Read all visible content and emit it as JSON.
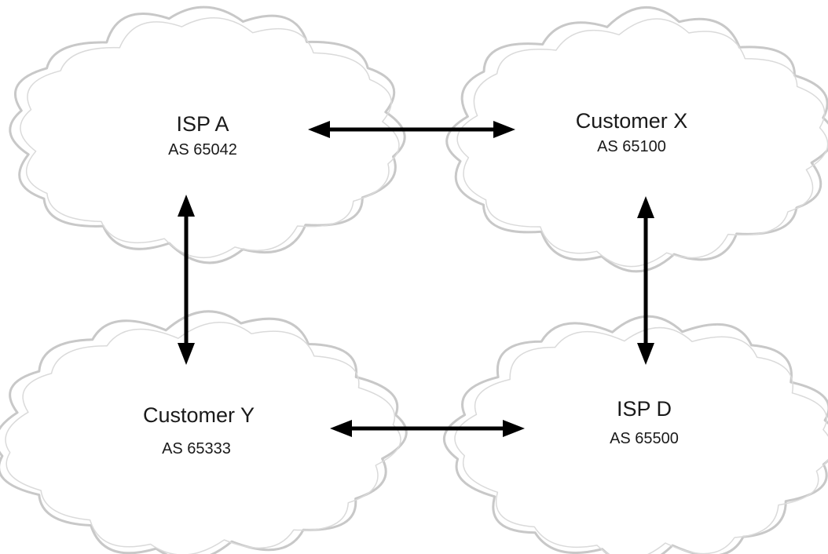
{
  "nodes": [
    {
      "id": "isp-a",
      "name": "ISP A",
      "as": "AS 65042"
    },
    {
      "id": "customer-x",
      "name": "Customer X",
      "as": "AS 65100"
    },
    {
      "id": "customer-y",
      "name": "Customer Y",
      "as": "AS 65333"
    },
    {
      "id": "isp-d",
      "name": "ISP D",
      "as": "AS 65500"
    }
  ],
  "connections": [
    {
      "from": "isp-a",
      "to": "customer-x",
      "direction": "bidirectional"
    },
    {
      "from": "isp-a",
      "to": "customer-y",
      "direction": "bidirectional"
    },
    {
      "from": "customer-x",
      "to": "isp-d",
      "direction": "bidirectional"
    },
    {
      "from": "customer-y",
      "to": "isp-d",
      "direction": "bidirectional"
    }
  ],
  "colors": {
    "cloud_stroke": "#c8c8c8",
    "arrow": "#000000",
    "text": "#1a1a1a"
  }
}
